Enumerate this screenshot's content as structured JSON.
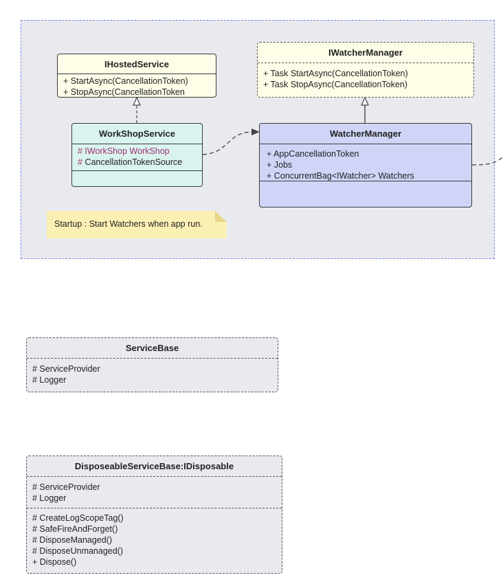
{
  "ihosted": {
    "title": "IHostedService",
    "methods": [
      "+ StartAsync(CancellationToken)",
      "+ StopAsync(CancellationToken"
    ]
  },
  "iwatcher": {
    "title": "IWatcherManager",
    "methods": [
      "+ Task StartAsync(CancellationToken)",
      "+ Task StopAsync(CancellationToken)"
    ]
  },
  "workshop": {
    "title": "WorkShopService",
    "fields": [
      "# IWorkShop WorkShop",
      "# CancellationTokenSource"
    ]
  },
  "watcher": {
    "title": "WatcherManager",
    "fields": [
      "+ AppCancellationToken",
      "+ Jobs",
      "+ ConcurrentBag<IWatcher> Watchers"
    ]
  },
  "note": {
    "text": "Startup : Start Watchers when app run."
  },
  "servicebase": {
    "title": "ServiceBase",
    "fields": [
      "# ServiceProvider",
      "# Logger"
    ]
  },
  "disposeable": {
    "title": "DisposeableServiceBase:IDisposable",
    "fields": [
      "# ServiceProvider",
      "# Logger"
    ],
    "methods": [
      "# CreateLogScopeTag()",
      "# SafeFireAndForget()",
      "# DisposeManaged()",
      "# DisposeUnmanaged()",
      "+ Dispose()"
    ]
  },
  "colors": {
    "group_bg": "#e8eaee",
    "group_border": "#7b86e8",
    "interface_bg": "#fdfde8",
    "workshop_bg": "#d9f3ef",
    "watcher_bg": "#d0d5f8",
    "note_bg": "#fbf0b4"
  }
}
